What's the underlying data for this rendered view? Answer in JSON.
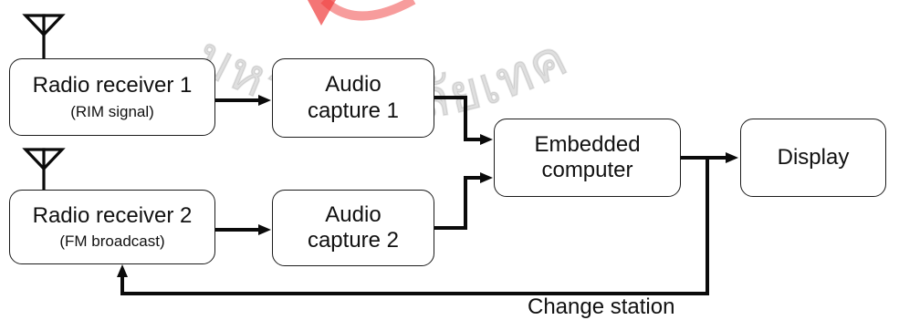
{
  "diagram": {
    "nodes": {
      "receiver1": {
        "title": "Radio receiver 1",
        "subtitle": "(RIM signal)"
      },
      "audio1": {
        "title_line1": "Audio",
        "title_line2": "capture 1"
      },
      "embedded": {
        "title_line1": "Embedded",
        "title_line2": "computer"
      },
      "display": {
        "title": "Display"
      },
      "receiver2": {
        "title": "Radio receiver 2",
        "subtitle": "(FM broadcast)"
      },
      "audio2": {
        "title_line1": "Audio",
        "title_line2": "capture 2"
      }
    },
    "feedback_label": "Change station",
    "watermark_text": "มหาวิทยาลัยเทคโนโลยีสุรนารี"
  }
}
